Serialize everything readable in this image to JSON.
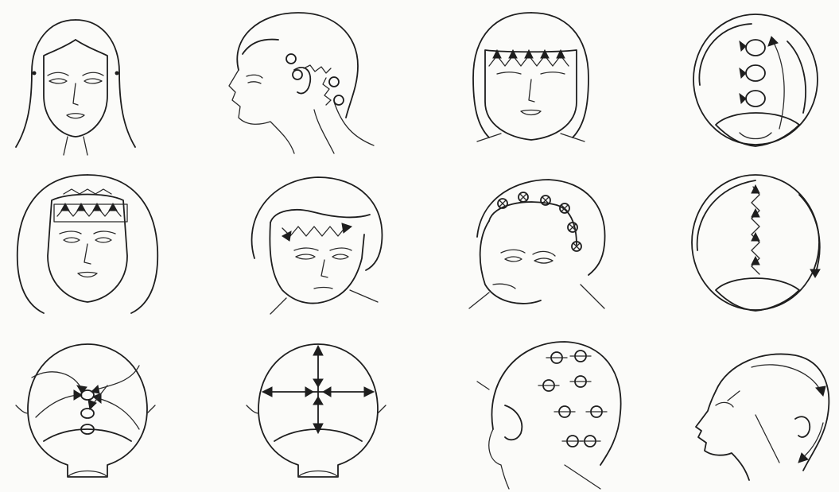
{
  "figure": {
    "panels": [
      {
        "id": "p1",
        "view": "front-face",
        "marks": "temple-dots"
      },
      {
        "id": "p2",
        "view": "profile-left",
        "marks": "circles-behind-ear-to-neck"
      },
      {
        "id": "p3",
        "view": "front-face",
        "marks": "arrows-up-from-brow"
      },
      {
        "id": "p4",
        "view": "top-of-head",
        "marks": "three-circles-and-sweep-arrows"
      },
      {
        "id": "p5",
        "view": "front-face",
        "marks": "zigzag-arrows-on-forehead"
      },
      {
        "id": "p6",
        "view": "three-quarter-face",
        "marks": "zigzag-arrow-across-forehead"
      },
      {
        "id": "p7",
        "view": "three-quarter-face",
        "marks": "crossed-circles-along-hairline"
      },
      {
        "id": "p8",
        "view": "top-of-head",
        "marks": "zigzag-midline-and-outer-arc-arrow"
      },
      {
        "id": "p9",
        "view": "back-of-head",
        "marks": "spiral-arrows-to-crown-points"
      },
      {
        "id": "p10",
        "view": "back-of-head",
        "marks": "four-arrows-from-crown"
      },
      {
        "id": "p11",
        "view": "back-of-head-three-quarter",
        "marks": "circles-with-horizontal-strokes"
      },
      {
        "id": "p12",
        "view": "profile-left-raised",
        "marks": "curved-arrows-over-scalp"
      }
    ]
  }
}
